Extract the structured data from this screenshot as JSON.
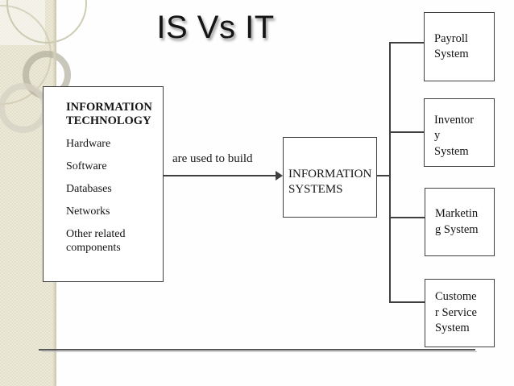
{
  "slide": {
    "title": "IS Vs IT",
    "arrow_label": "are used to build"
  },
  "it_box": {
    "title": "INFORMATION TECHNOLOGY",
    "items": [
      "Hardware",
      "Software",
      "Databases",
      "Networks",
      "Other related components"
    ]
  },
  "is_box": {
    "label": "INFORMATION SYSTEMS",
    "lines": [
      "INFORMATION",
      "SYSTEMS"
    ]
  },
  "system_boxes": [
    {
      "label": "Payroll System",
      "lines": [
        "Payroll",
        "System"
      ]
    },
    {
      "label": "Inventory System",
      "lines": [
        "Inventor",
        "y",
        "System"
      ]
    },
    {
      "label": "Marketing System",
      "lines": [
        "Marketin",
        "g System"
      ]
    },
    {
      "label": "Customer Service System",
      "lines": [
        "Custome",
        "r Service",
        "System"
      ]
    }
  ],
  "colors": {
    "sidebar_beige": "#ece9d8",
    "box_border": "#404040",
    "connector": "#3f3f3f",
    "title_text": "#151515",
    "footer_line": "#565656"
  }
}
